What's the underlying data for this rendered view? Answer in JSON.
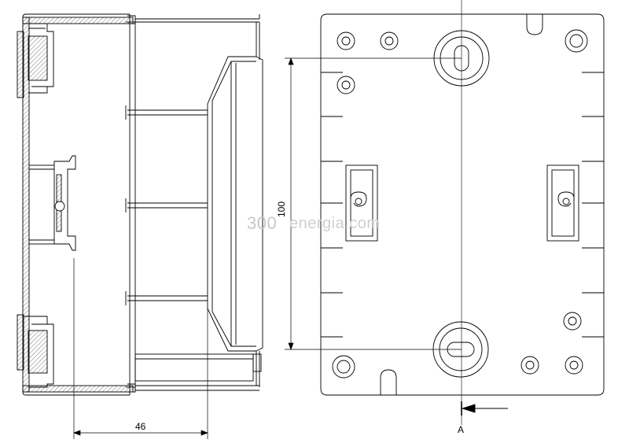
{
  "dimensions": {
    "width_label": "46",
    "height_label": "100"
  },
  "section": {
    "label": "A"
  },
  "watermark": {
    "prefix": "300",
    "suffix": "energia.com"
  },
  "colors": {
    "line": "#000000",
    "hatch": "#444444",
    "watermark": "#cfcfcf"
  }
}
